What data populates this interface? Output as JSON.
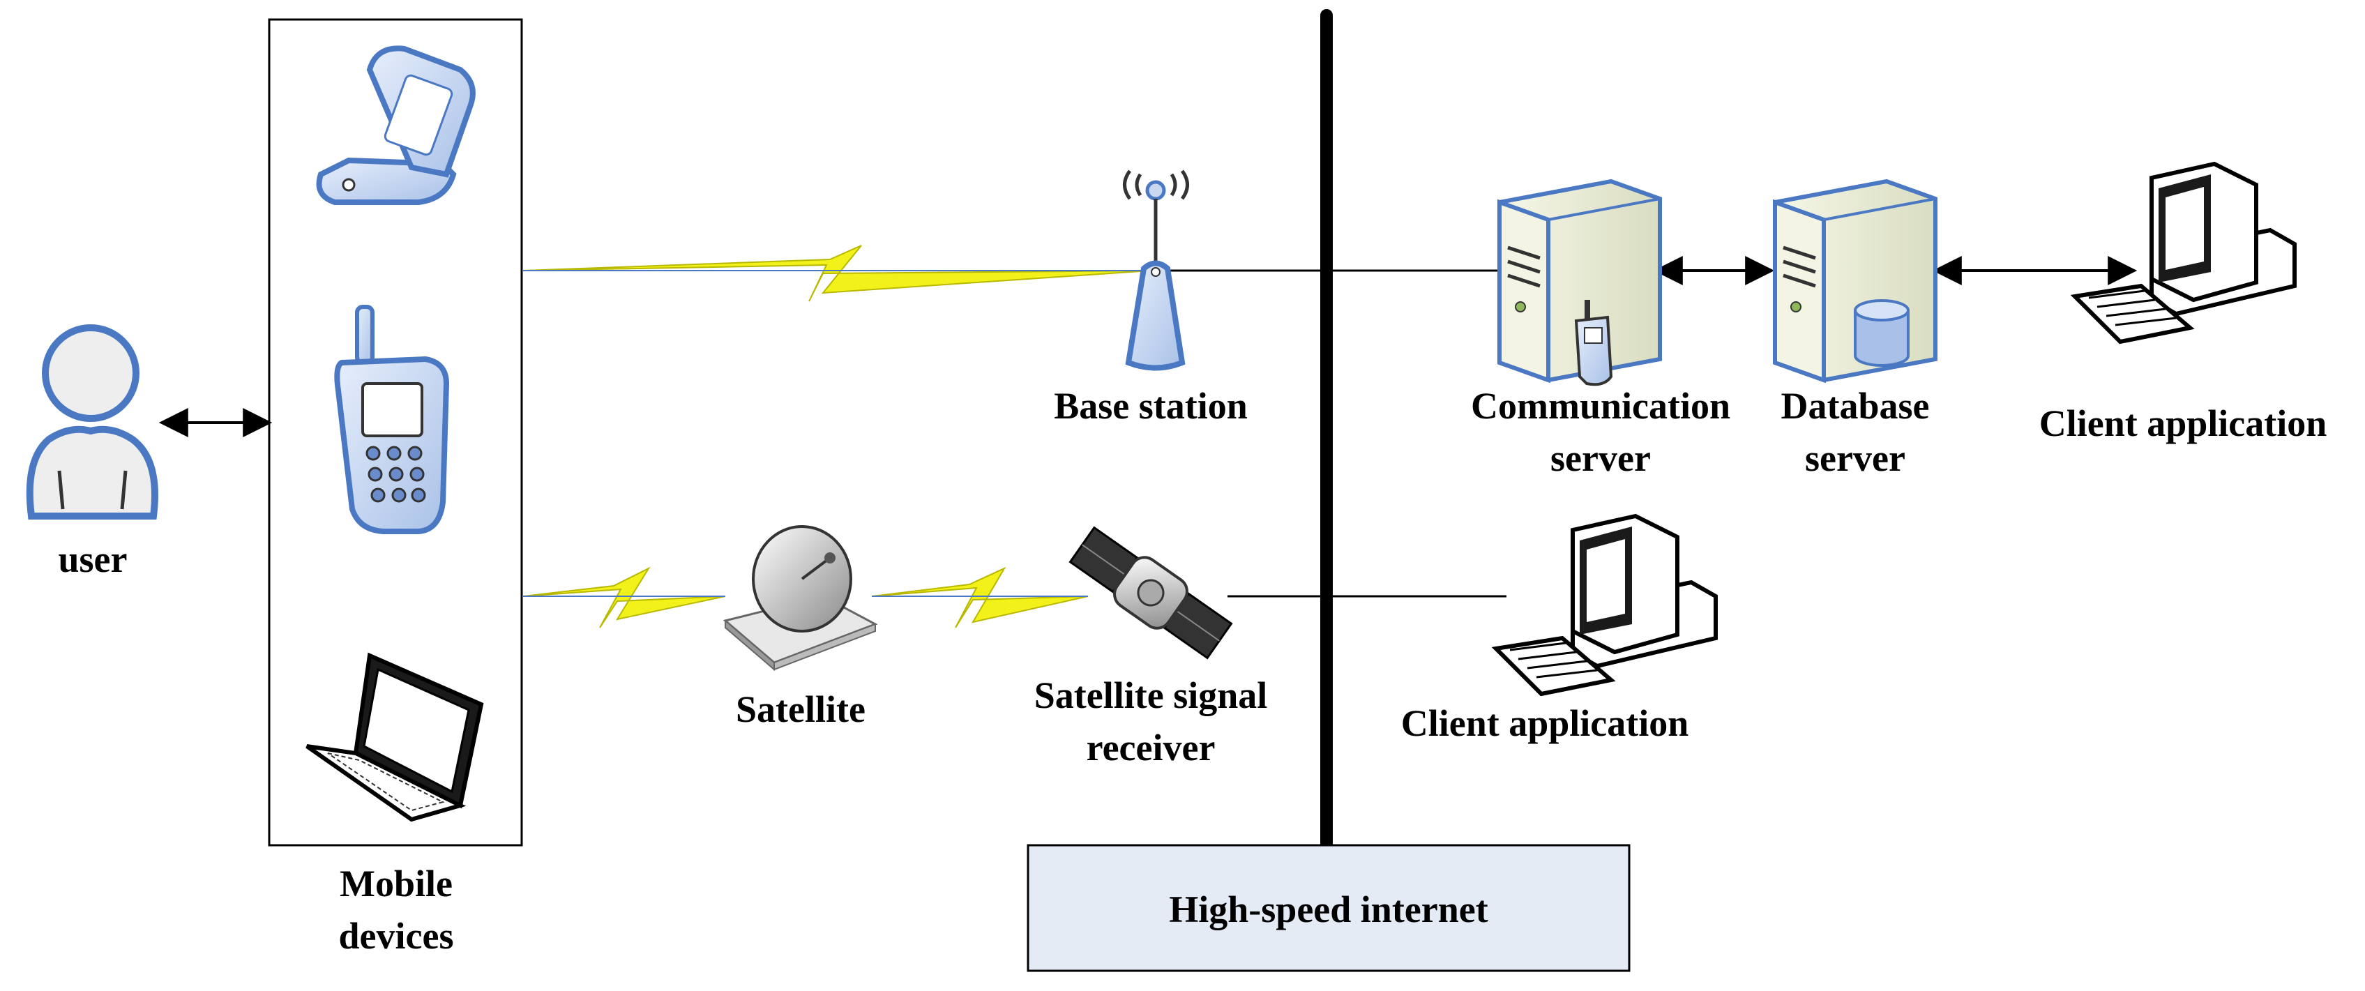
{
  "labels": {
    "user": "user",
    "mobile_devices_line1": "Mobile",
    "mobile_devices_line2": "devices",
    "base_station": "Base station",
    "satellite": "Satellite",
    "satellite_receiver_line1": "Satellite signal",
    "satellite_receiver_line2": "receiver",
    "communication_server_line1": "Communication",
    "communication_server_line2": "server",
    "database_server_line1": "Database",
    "database_server_line2": "server",
    "client_application_top": "Client application",
    "client_application_bottom": "Client application",
    "internet": "High-speed internet"
  },
  "colors": {
    "icon_blue": "#4a78c2",
    "icon_light_blue": "#c9d8f0",
    "server_body": "#eef1dc",
    "lightning": "#f2f21a",
    "internet_box": "#e4ebf5",
    "line": "#000000"
  },
  "icons": [
    "user-icon",
    "flip-phone-icon",
    "cell-phone-icon",
    "laptop-icon",
    "antenna-icon",
    "satellite-dish-icon",
    "satellite-icon",
    "server-icon",
    "database-icon",
    "desktop-computer-icon",
    "lightning-icon"
  ]
}
